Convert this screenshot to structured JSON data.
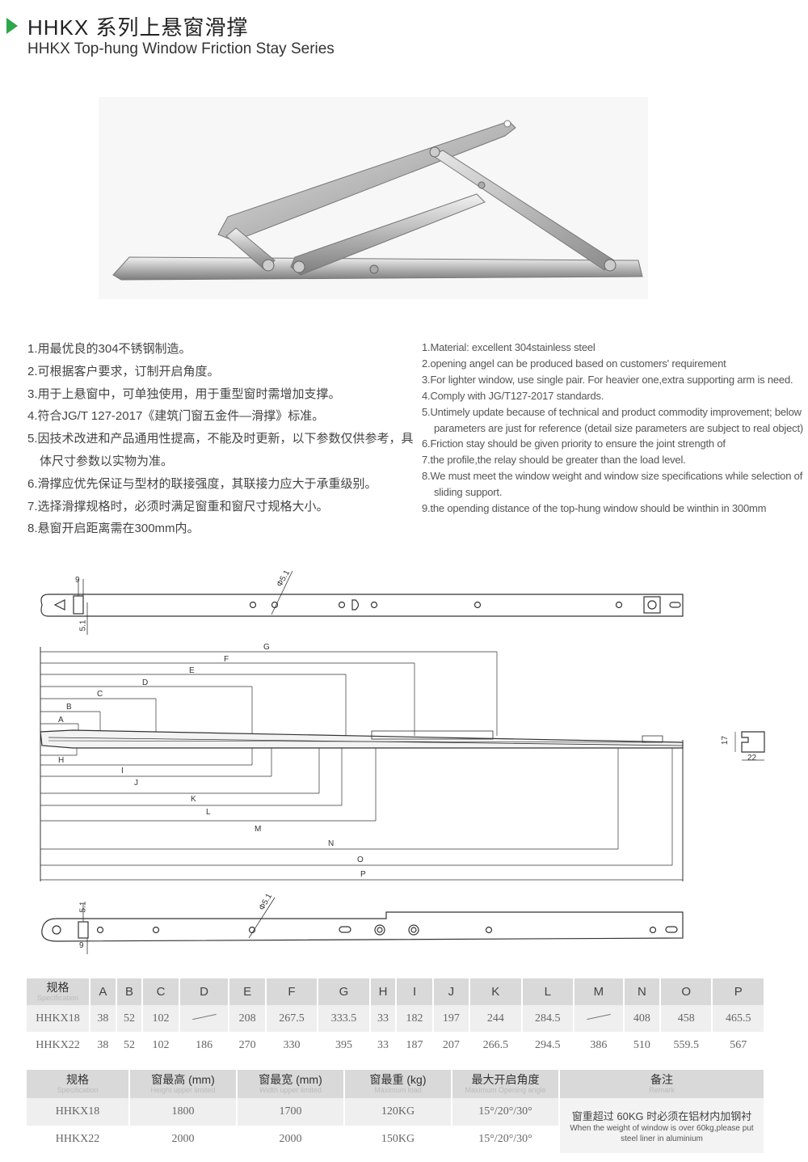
{
  "header": {
    "title_cn": "HHKX 系列上悬窗滑撑",
    "title_en": "HHKX Top-hung Window Friction Stay Series"
  },
  "features_cn": [
    "1.用最优良的304不锈钢制造。",
    "2.可根据客户要求，订制开启角度。",
    "3.用于上悬窗中，可单独使用，用于重型窗时需增加支撑。",
    "4.符合JG/T 127-2017《建筑门窗五金件—滑撑》标准。",
    "5.因技术改进和产品通用性提高，不能及时更新，以下参数仅供参考，具体尺寸参数以实物为准。",
    "6.滑撑应优先保证与型材的联接强度，其联接力应大于承重级别。",
    "7.选择滑撑规格时，必须时满足窗重和窗尺寸规格大小。",
    "8.悬窗开启距离需在300mm内。"
  ],
  "features_en": [
    "1.Material: excellent 304stainless steel",
    "2.opening angel can be produced based on customers' requirement",
    "3.For lighter window, use single pair. For heavier one,extra supporting arm is need.",
    "4.Comply with JG/T127-2017 standards.",
    "5.Untimely update because of technical and product commodity improvement; below parameters are just for reference (detail size parameters are subject to real object)",
    "6.Friction stay should be given priority to ensure the joint strength of",
    "7.the profile,the relay should be greater than the load level.",
    "8.We must meet the window weight and window size specifications while selection of sliding support.",
    "9.the opending distance of the top-hung window should be winthin in 300mm"
  ],
  "drawing": {
    "dim_9": "9",
    "dim_5_1": "5.1",
    "dim_phi": "Φ5.1",
    "dim_17": "17",
    "dim_22": "22",
    "upper_letters": [
      "G",
      "F",
      "E",
      "D",
      "C",
      "B",
      "A"
    ],
    "lower_letters": [
      "H",
      "I",
      "J",
      "K",
      "L",
      "M",
      "N",
      "O",
      "P"
    ]
  },
  "spec_table": {
    "header_cn": "规格",
    "header_en": "Specification",
    "columns": [
      "A",
      "B",
      "C",
      "D",
      "E",
      "F",
      "G",
      "H",
      "I",
      "J",
      "K",
      "L",
      "M",
      "N",
      "O",
      "P"
    ],
    "rows": [
      {
        "model": "HHKX18",
        "values": [
          "38",
          "52",
          "102",
          "",
          "208",
          "267.5",
          "333.5",
          "33",
          "182",
          "197",
          "244",
          "284.5",
          "",
          "408",
          "458",
          "465.5"
        ]
      },
      {
        "model": "HHKX22",
        "values": [
          "38",
          "52",
          "102",
          "186",
          "270",
          "330",
          "395",
          "33",
          "187",
          "207",
          "266.5",
          "294.5",
          "386",
          "510",
          "559.5",
          "567"
        ]
      }
    ]
  },
  "load_table": {
    "headers": [
      {
        "cn": "规格",
        "en": "Specification"
      },
      {
        "cn": "窗最高 (mm)",
        "en": "Height upper limited"
      },
      {
        "cn": "窗最宽 (mm)",
        "en": "Width upper limited"
      },
      {
        "cn": "窗最重 (kg)",
        "en": "Maximum load"
      },
      {
        "cn": "最大开启角度",
        "en": "Maximum Opening angle"
      },
      {
        "cn": "备注",
        "en": "Remark"
      }
    ],
    "rows": [
      {
        "model": "HHKX18",
        "height": "1800",
        "width": "1700",
        "load": "120KG",
        "angle": "15°/20°/30°"
      },
      {
        "model": "HHKX22",
        "height": "2000",
        "width": "2000",
        "load": "150KG",
        "angle": "15°/20°/30°"
      }
    ],
    "remark_cn": "窗重超过 60KG 时必须在铝材内加钢衬",
    "remark_en": "When the weight of window is over 60kg,please put steel liner in aluminium"
  }
}
